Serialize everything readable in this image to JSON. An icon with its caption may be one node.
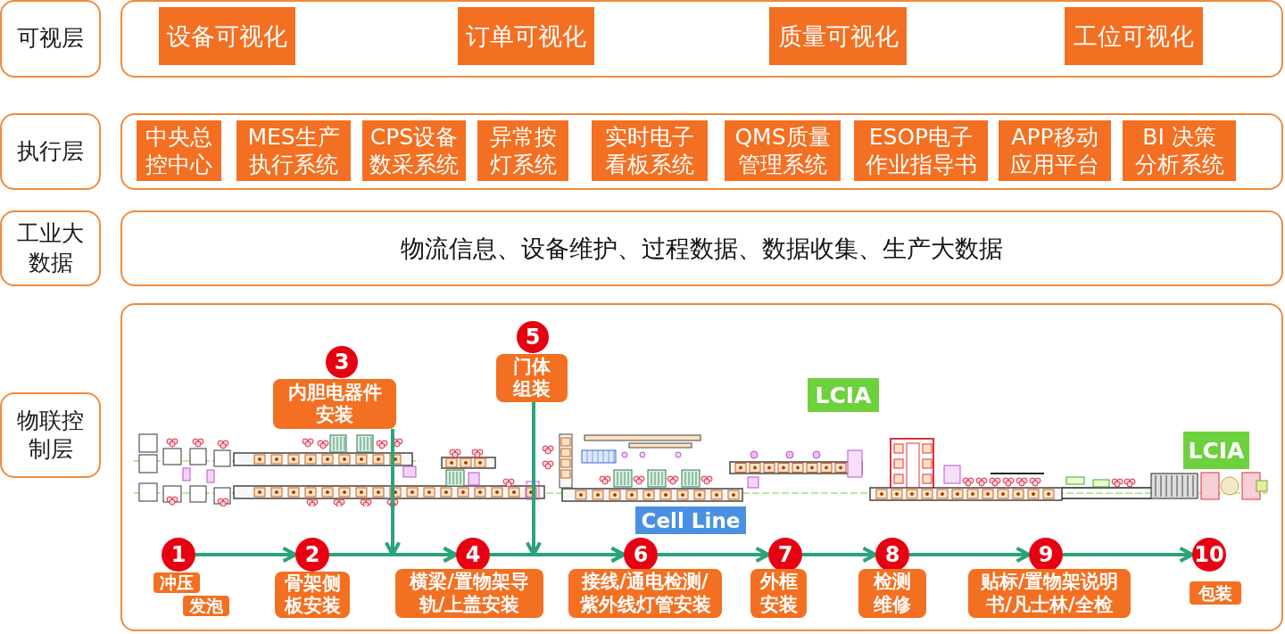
{
  "diagram": {
    "nodes": [
      {
        "text": [
          "可视层"
        ]
      },
      {
        "text": [],
        "shape": "box"
      },
      {
        "text": [
          "设备可视化"
        ],
        "in": 1
      },
      {
        "text": [
          "订单可视化"
        ],
        "in": 1
      },
      {
        "text": [
          "质量可视化"
        ],
        "in": 1
      },
      {
        "text": [
          "工位可视化"
        ],
        "in": 1
      },
      {
        "text": [
          "执行层"
        ]
      },
      {
        "text": [],
        "shape": "box"
      },
      {
        "text": [
          "中央总控中心"
        ],
        "in": 7
      },
      {
        "text": [
          "MES生产执行系统"
        ],
        "in": 7
      },
      {
        "text": [
          "CPS设备数采系统"
        ],
        "in": 7
      },
      {
        "text": [
          "异常按灯系统"
        ],
        "in": 7
      },
      {
        "text": [
          "实时电子看板系统"
        ],
        "in": 7
      },
      {
        "text": [
          "QMS质量管理系统"
        ],
        "in": 7
      },
      {
        "text": [
          "ESOP电子作业指导书"
        ],
        "in": 7
      },
      {
        "text": [
          "APP移动应用平台"
        ],
        "in": 7
      },
      {
        "text": [
          "BI 决策分析系统"
        ],
        "in": 7
      },
      {
        "text": [
          "工业大数据"
        ]
      },
      {
        "text": [
          "物流信息、设备维护、过程数据、数据收集、生产大数据"
        ]
      },
      {
        "text": [
          "物联控制层"
        ]
      },
      {
        "text": [],
        "shape": "box"
      },
      {
        "text": [
          "3"
        ],
        "in": 20
      },
      {
        "text": [
          "内胆电器件安装"
        ],
        "in": 20
      },
      {
        "text": [
          "5"
        ],
        "in": 20
      },
      {
        "text": [
          "门体组装"
        ],
        "in": 20
      },
      {
        "text": [
          "LCIA"
        ],
        "in": 20
      },
      {
        "text": [
          "LCIA"
        ],
        "in": 20
      },
      {
        "text": [
          "Cell Line"
        ],
        "in": 20
      },
      {
        "text": [
          "1"
        ],
        "in": 20
      },
      {
        "text": [
          "冲压"
        ],
        "in": 20
      },
      {
        "text": [
          "发泡"
        ],
        "in": 20
      },
      {
        "text": [
          "2"
        ],
        "in": 20
      },
      {
        "text": [
          "骨架侧板安装"
        ],
        "in": 20
      },
      {
        "text": [
          "4"
        ],
        "in": 20
      },
      {
        "text": [
          "横梁/置物架导轨/上盖安装"
        ],
        "in": 20
      },
      {
        "text": [
          "6"
        ],
        "in": 20
      },
      {
        "text": [
          "接线/通电检测/紫外线灯管安装"
        ],
        "in": 20
      },
      {
        "text": [
          "7"
        ],
        "in": 20
      },
      {
        "text": [
          "外框安装"
        ],
        "in": 20
      },
      {
        "text": [
          "8"
        ],
        "in": 20
      },
      {
        "text": [
          "检测维修"
        ],
        "in": 20
      },
      {
        "text": [
          "9"
        ],
        "in": 20
      },
      {
        "text": [
          "贴标/置物架说明书/凡士林/全检"
        ],
        "in": 20
      },
      {
        "text": [
          "10"
        ],
        "in": 20
      },
      {
        "text": [
          "包装"
        ],
        "in": 20
      }
    ],
    "edges": [
      {
        "from": 28,
        "to": 31,
        "arrow": "to"
      },
      {
        "from": 31,
        "to": 33,
        "arrow": "to"
      },
      {
        "from": 33,
        "to": 35,
        "arrow": "to"
      },
      {
        "from": 35,
        "to": 37,
        "arrow": "to"
      },
      {
        "from": 37,
        "to": 39,
        "arrow": "to"
      },
      {
        "from": 39,
        "to": 41,
        "arrow": "to"
      },
      {
        "from": 41,
        "to": 43,
        "arrow": "to"
      },
      {
        "from": 22,
        "to": 33,
        "arrow": "to"
      },
      {
        "from": 24,
        "to": 35,
        "arrow": "to"
      }
    ]
  }
}
